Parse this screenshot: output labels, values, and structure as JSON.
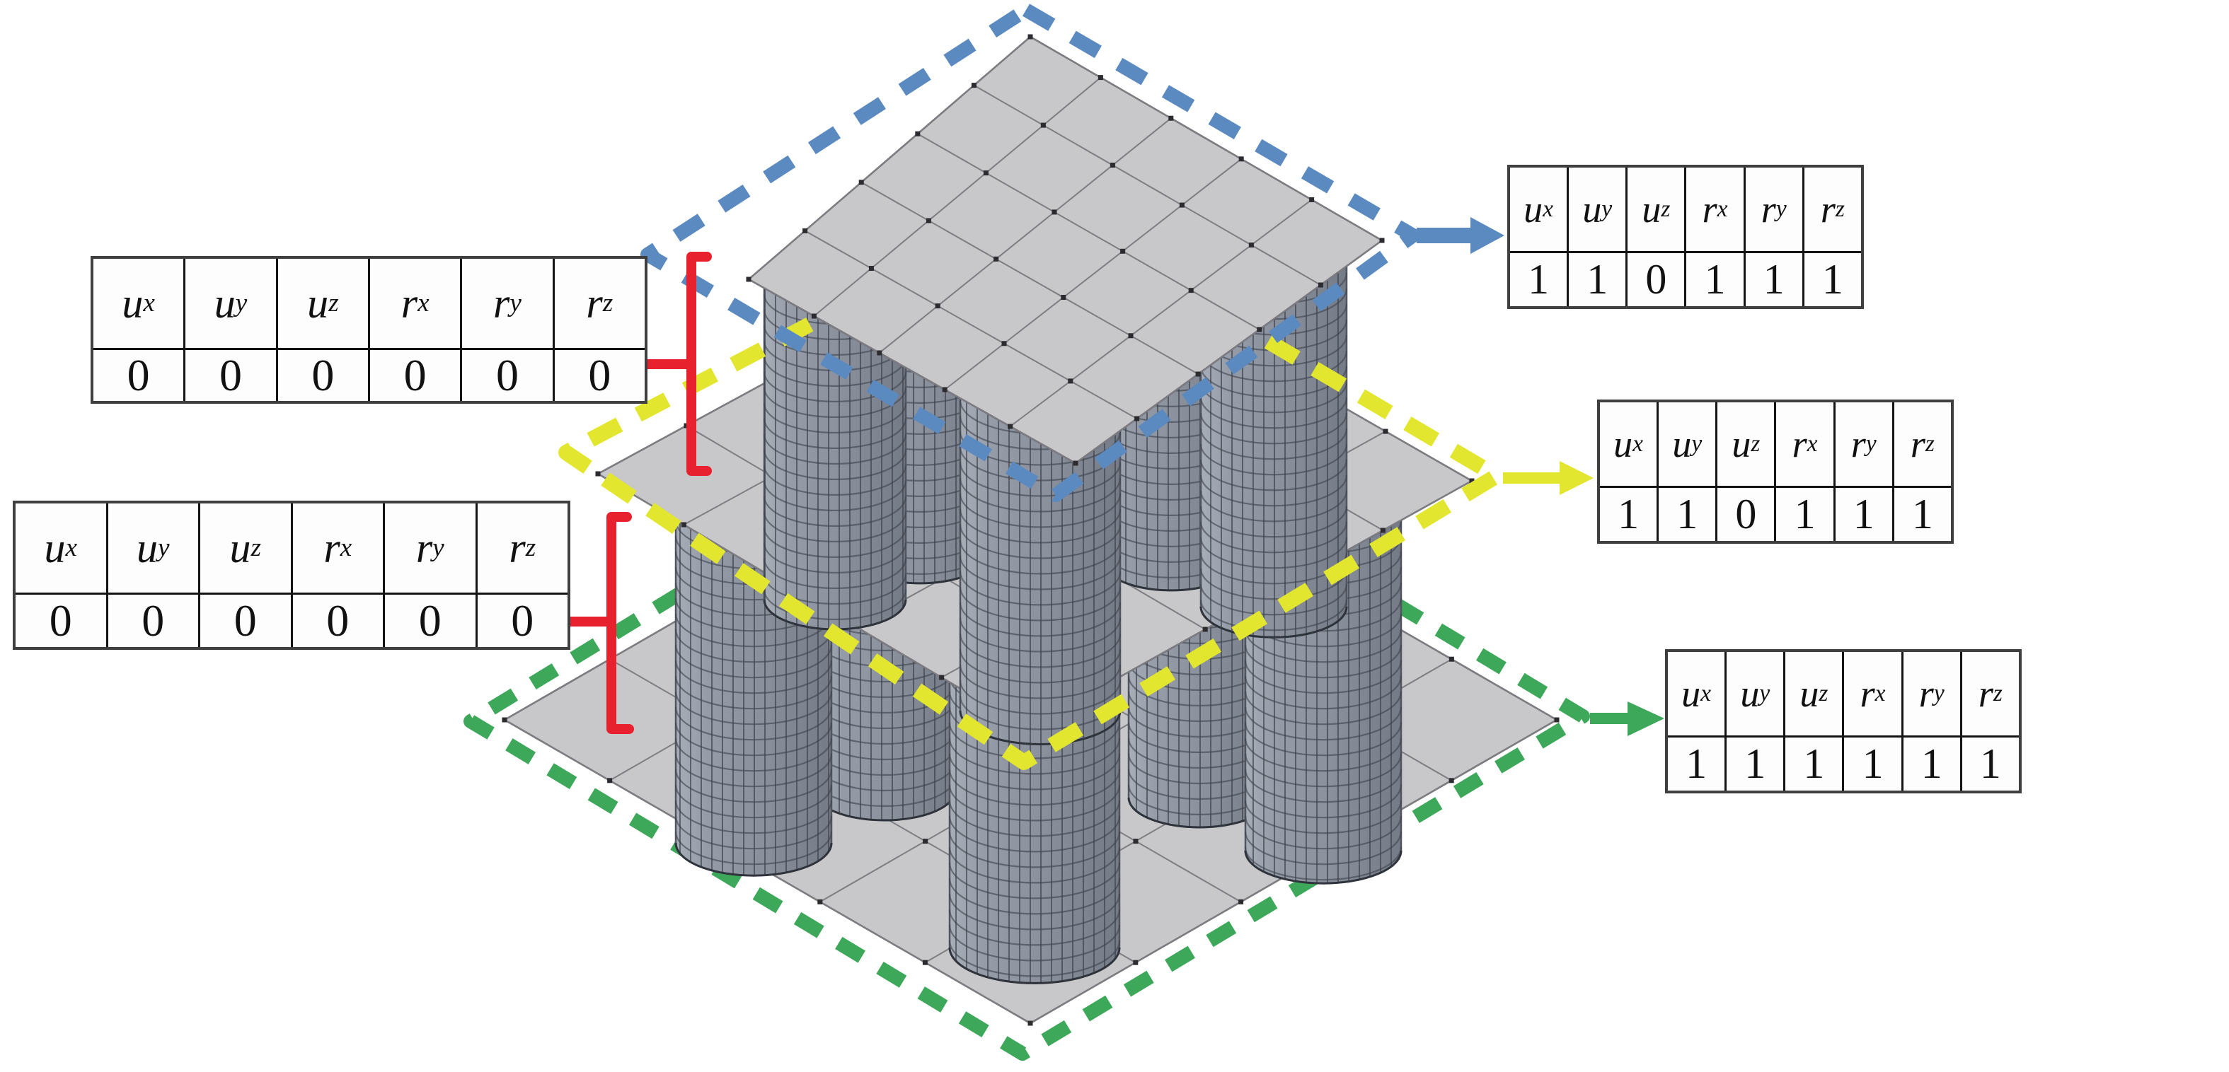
{
  "colors": {
    "blue_outline": "#5b8ac0",
    "yellow_outline": "#e2e62e",
    "green_outline": "#3da75a",
    "red_connector": "#e8212e",
    "slab_fill": "#c8c8ca",
    "slab_grid": "#7d7d83",
    "slab_node": "#2b2b30",
    "column_fill": "#8f95a1",
    "column_mesh": "#3e434c",
    "table_border": "#1f1f1f"
  },
  "dof_headers": [
    {
      "base": "u",
      "sub": "x"
    },
    {
      "base": "u",
      "sub": "y"
    },
    {
      "base": "u",
      "sub": "z"
    },
    {
      "base": "r",
      "sub": "x"
    },
    {
      "base": "r",
      "sub": "y"
    },
    {
      "base": "r",
      "sub": "z"
    }
  ],
  "tables": {
    "left_upper": {
      "name": "upper-storey-dof",
      "connector": "red-bracket",
      "values": [
        "0",
        "0",
        "0",
        "0",
        "0",
        "0"
      ]
    },
    "left_lower": {
      "name": "lower-storey-dof",
      "connector": "red-bracket",
      "values": [
        "0",
        "0",
        "0",
        "0",
        "0",
        "0"
      ]
    },
    "right_top": {
      "name": "top-slab-dof",
      "connector": "blue-arrow",
      "values": [
        "1",
        "1",
        "0",
        "1",
        "1",
        "1"
      ]
    },
    "right_middle": {
      "name": "middle-slab-dof",
      "connector": "yellow-arrow",
      "values": [
        "1",
        "1",
        "0",
        "1",
        "1",
        "1"
      ]
    },
    "right_bottom": {
      "name": "bottom-slab-dof",
      "connector": "green-arrow",
      "values": [
        "1",
        "1",
        "1",
        "1",
        "1",
        "1"
      ]
    }
  },
  "levels": [
    {
      "level": "top-slab",
      "outline": "blue",
      "table": "right_top"
    },
    {
      "level": "middle-slab",
      "outline": "yellow",
      "table": "right_middle"
    },
    {
      "level": "bottom-slab",
      "outline": "green",
      "table": "right_bottom"
    },
    {
      "level": "upper-columns",
      "outline": "red",
      "table": "left_upper"
    },
    {
      "level": "lower-columns",
      "outline": "red",
      "table": "left_lower"
    }
  ]
}
